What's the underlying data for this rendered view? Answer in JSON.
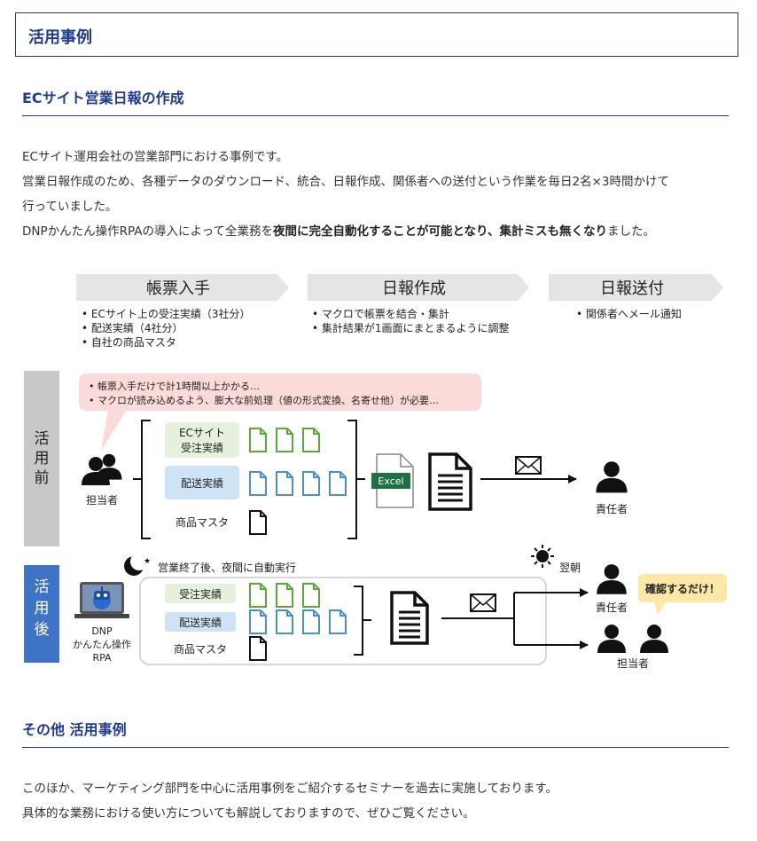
{
  "section_title": "活用事例",
  "case": {
    "heading": "ECサイト営業日報の作成",
    "line1": "ECサイト運用会社の営業部門における事例です。",
    "line2": "営業日報作成のため、各種データのダウンロード、統合、日報作成、関係者への送付という作業を毎日2名×3時間かけて",
    "line3": "行っていました。",
    "line4_pre": "DNPかんたん操作RPAの導入によって全業務を",
    "line4_bold": "夜間に完全自動化することが可能となり、集計ミスも無くなり",
    "line4_post": "ました。"
  },
  "diagram": {
    "steps": [
      {
        "title": "帳票入手",
        "bullets": [
          "• ECサイト上の受注実績（3社分）",
          "• 配送実績（4社分）",
          "• 自社の商品マスタ"
        ]
      },
      {
        "title": "日報作成",
        "bullets": [
          "• マクロで帳票を結合・集計",
          "• 集計結果が1画面にまとまるように調整"
        ]
      },
      {
        "title": "日報送付",
        "bullets": [
          "• 関係者へメール通知"
        ]
      }
    ],
    "before": {
      "label": [
        "活",
        "用",
        "前"
      ],
      "issues": [
        "•  帳票入手だけで計1時間以上かかる…",
        "•  マクロが読み込めるよう、膨大な前処理（値の形式変換、名寄せ他）が必要…"
      ],
      "person": "担当者",
      "data_ec": [
        "ECサイト",
        "受注実績"
      ],
      "data_ship": "配送実績",
      "data_master": "商品マスタ",
      "excel": "Excel",
      "recipient": "責任者"
    },
    "after": {
      "label": [
        "活",
        "用",
        "後"
      ],
      "night": "営業終了後、夜間に自動実行",
      "morning": "翌朝",
      "robot": [
        "DNP",
        "かんたん操作",
        "RPA"
      ],
      "data_orders": "受注実績",
      "data_ship": "配送実績",
      "data_master": "商品マスタ",
      "recipient1": "責任者",
      "recipient2": "担当者",
      "bubble": "確認するだけ！"
    }
  },
  "other": {
    "heading": "その他 活用事例",
    "line1": "このほか、マーケティング部門を中心に活用事例をご紹介するセミナーを過去に実施しております。",
    "line2": "具体的な業務における使い方についても解説しておりますので、ぜひご覧ください。"
  },
  "colors": {
    "navy": "#1f3a8f",
    "arrow_gray": "#e5e5e5",
    "green": "#5aaa3a",
    "blue": "#4a90d0",
    "pink": "#fbdada",
    "before_gray": "#c8c8c8",
    "after_blue": "#3f73c6",
    "yellow": "#fbe7a6"
  }
}
